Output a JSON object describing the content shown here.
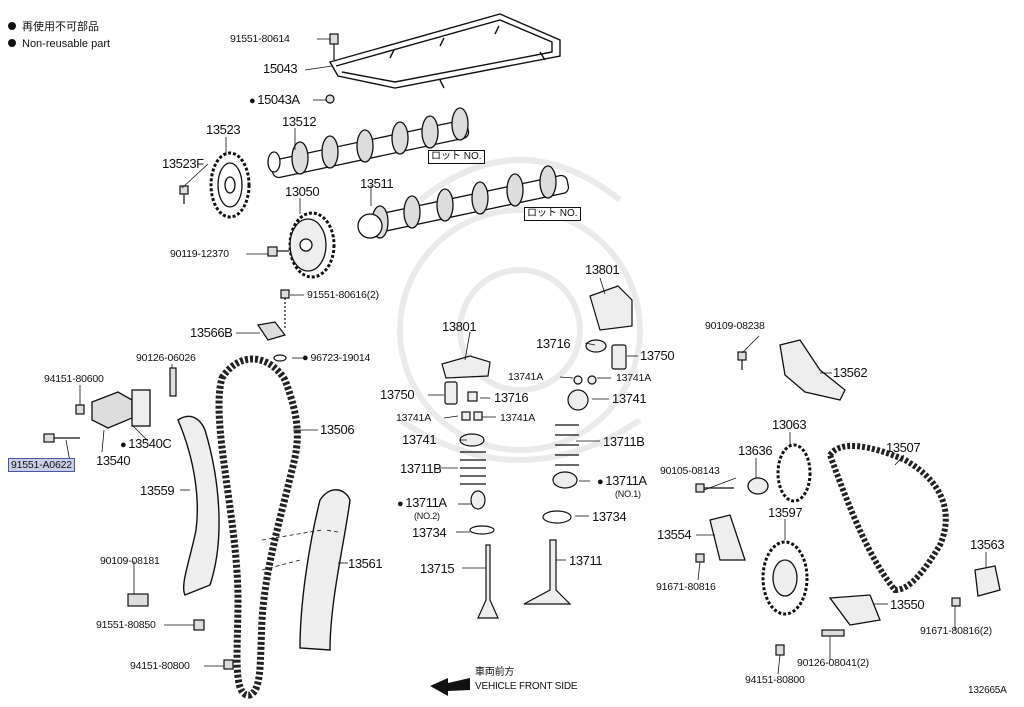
{
  "legend": {
    "jp": "再使用不可部品",
    "en": "Non-reusable part"
  },
  "direction": {
    "jp": "車両前方",
    "en": "VEHICLE FRONT SIDE"
  },
  "figure_id": "132665A",
  "lot_marks": [
    "ロット NO.",
    "ロット NO."
  ],
  "parts": {
    "p91551_80614": "91551-80614",
    "p15043": "15043",
    "p15043A": "15043A",
    "p13523": "13523",
    "p13512": "13512",
    "p13523F": "13523F",
    "p13050": "13050",
    "p13511": "13511",
    "p90119_12370": "90119-12370",
    "p13801a": "13801",
    "p91551_80616": "91551-80616(2)",
    "p13566B": "13566B",
    "p96723_19014": "96723-19014",
    "p13801b": "13801",
    "p13716a": "13716",
    "p13750a": "13750",
    "p90109_08238": "90109-08238",
    "p13562": "13562",
    "p90126_06026": "90126-06026",
    "p94151_80600": "94151-80600",
    "p13741Aa": "13741A",
    "p13741Ab": "13741A",
    "p13750b": "13750",
    "p13716b": "13716",
    "p13741a": "13741",
    "p13741Ac": "13741A",
    "p13741Ad": "13741A",
    "p13506": "13506",
    "p13540C": "13540C",
    "p91551_A0622": "91551-A0622",
    "p13540": "13540",
    "p13741b": "13741",
    "p13711Ba": "13711B",
    "p13063": "13063",
    "p13507": "13507",
    "p13636": "13636",
    "p13711Bb": "13711B",
    "p13559": "13559",
    "p90105_08143": "90105-08143",
    "p13711Aa": "13711A",
    "p13711Aa_note": "(NO.1)",
    "p13711Ab": "13711A",
    "p13711Ab_note": "(NO.2)",
    "p13734a": "13734",
    "p13597": "13597",
    "p13554": "13554",
    "p13734b": "13734",
    "p13563": "13563",
    "p90109_08181": "90109-08181",
    "p13561": "13561",
    "p13711": "13711",
    "p13715": "13715",
    "p91671_80816a": "91671-80816",
    "p13550": "13550",
    "p91551_80850": "91551-80850",
    "p91671_80816b": "91671-80816(2)",
    "p94151_80800a": "94151-80800",
    "p90126_08041": "90126-08041(2)",
    "p94151_80800b": "94151-80800"
  }
}
